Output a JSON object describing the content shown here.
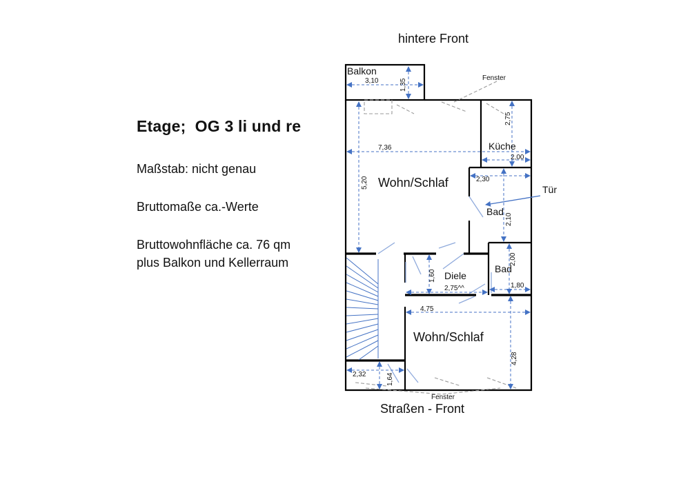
{
  "info": {
    "title": "Etage;  OG 3 li und re",
    "scale": "Maßstab: nicht genau",
    "gross_dims": "Bruttomaße ca.-Werte",
    "area_line1": "Bruttowohnfläche ca. 76 qm",
    "area_line2": "plus Balkon und Kellerraum"
  },
  "plan": {
    "top_front": "hintere Front",
    "bottom_front": "Straßen - Front",
    "rooms": {
      "balcony": "Balkon",
      "kitchen": "Küche",
      "living_top": "Wohn/Schlaf",
      "bath_upper": "Bad",
      "bath_lower": "Bad",
      "hall": "Diele",
      "living_bottom": "Wohn/Schlaf"
    },
    "callouts": {
      "window_top": "Fenster",
      "window_bottom": "Fenster",
      "door": "Tür"
    },
    "dimensions": {
      "balcony_width": "3,10",
      "balcony_depth": "1,35",
      "total_width": "7,36",
      "living_top_depth": "5,20",
      "kitchen_depth": "2,75",
      "kitchen_width": "2,00",
      "bath_upper_width": "2,30",
      "bath_upper_depth": "2,10",
      "hall_depth": "1,60",
      "hall_width": "2,75^^",
      "bath_lower_depth": "2,00",
      "bath_lower_width": "1,80",
      "living_bottom_width": "4,75",
      "living_bottom_depth": "4,28",
      "stair_width": "2,32",
      "stair_depth": "1,64"
    }
  }
}
